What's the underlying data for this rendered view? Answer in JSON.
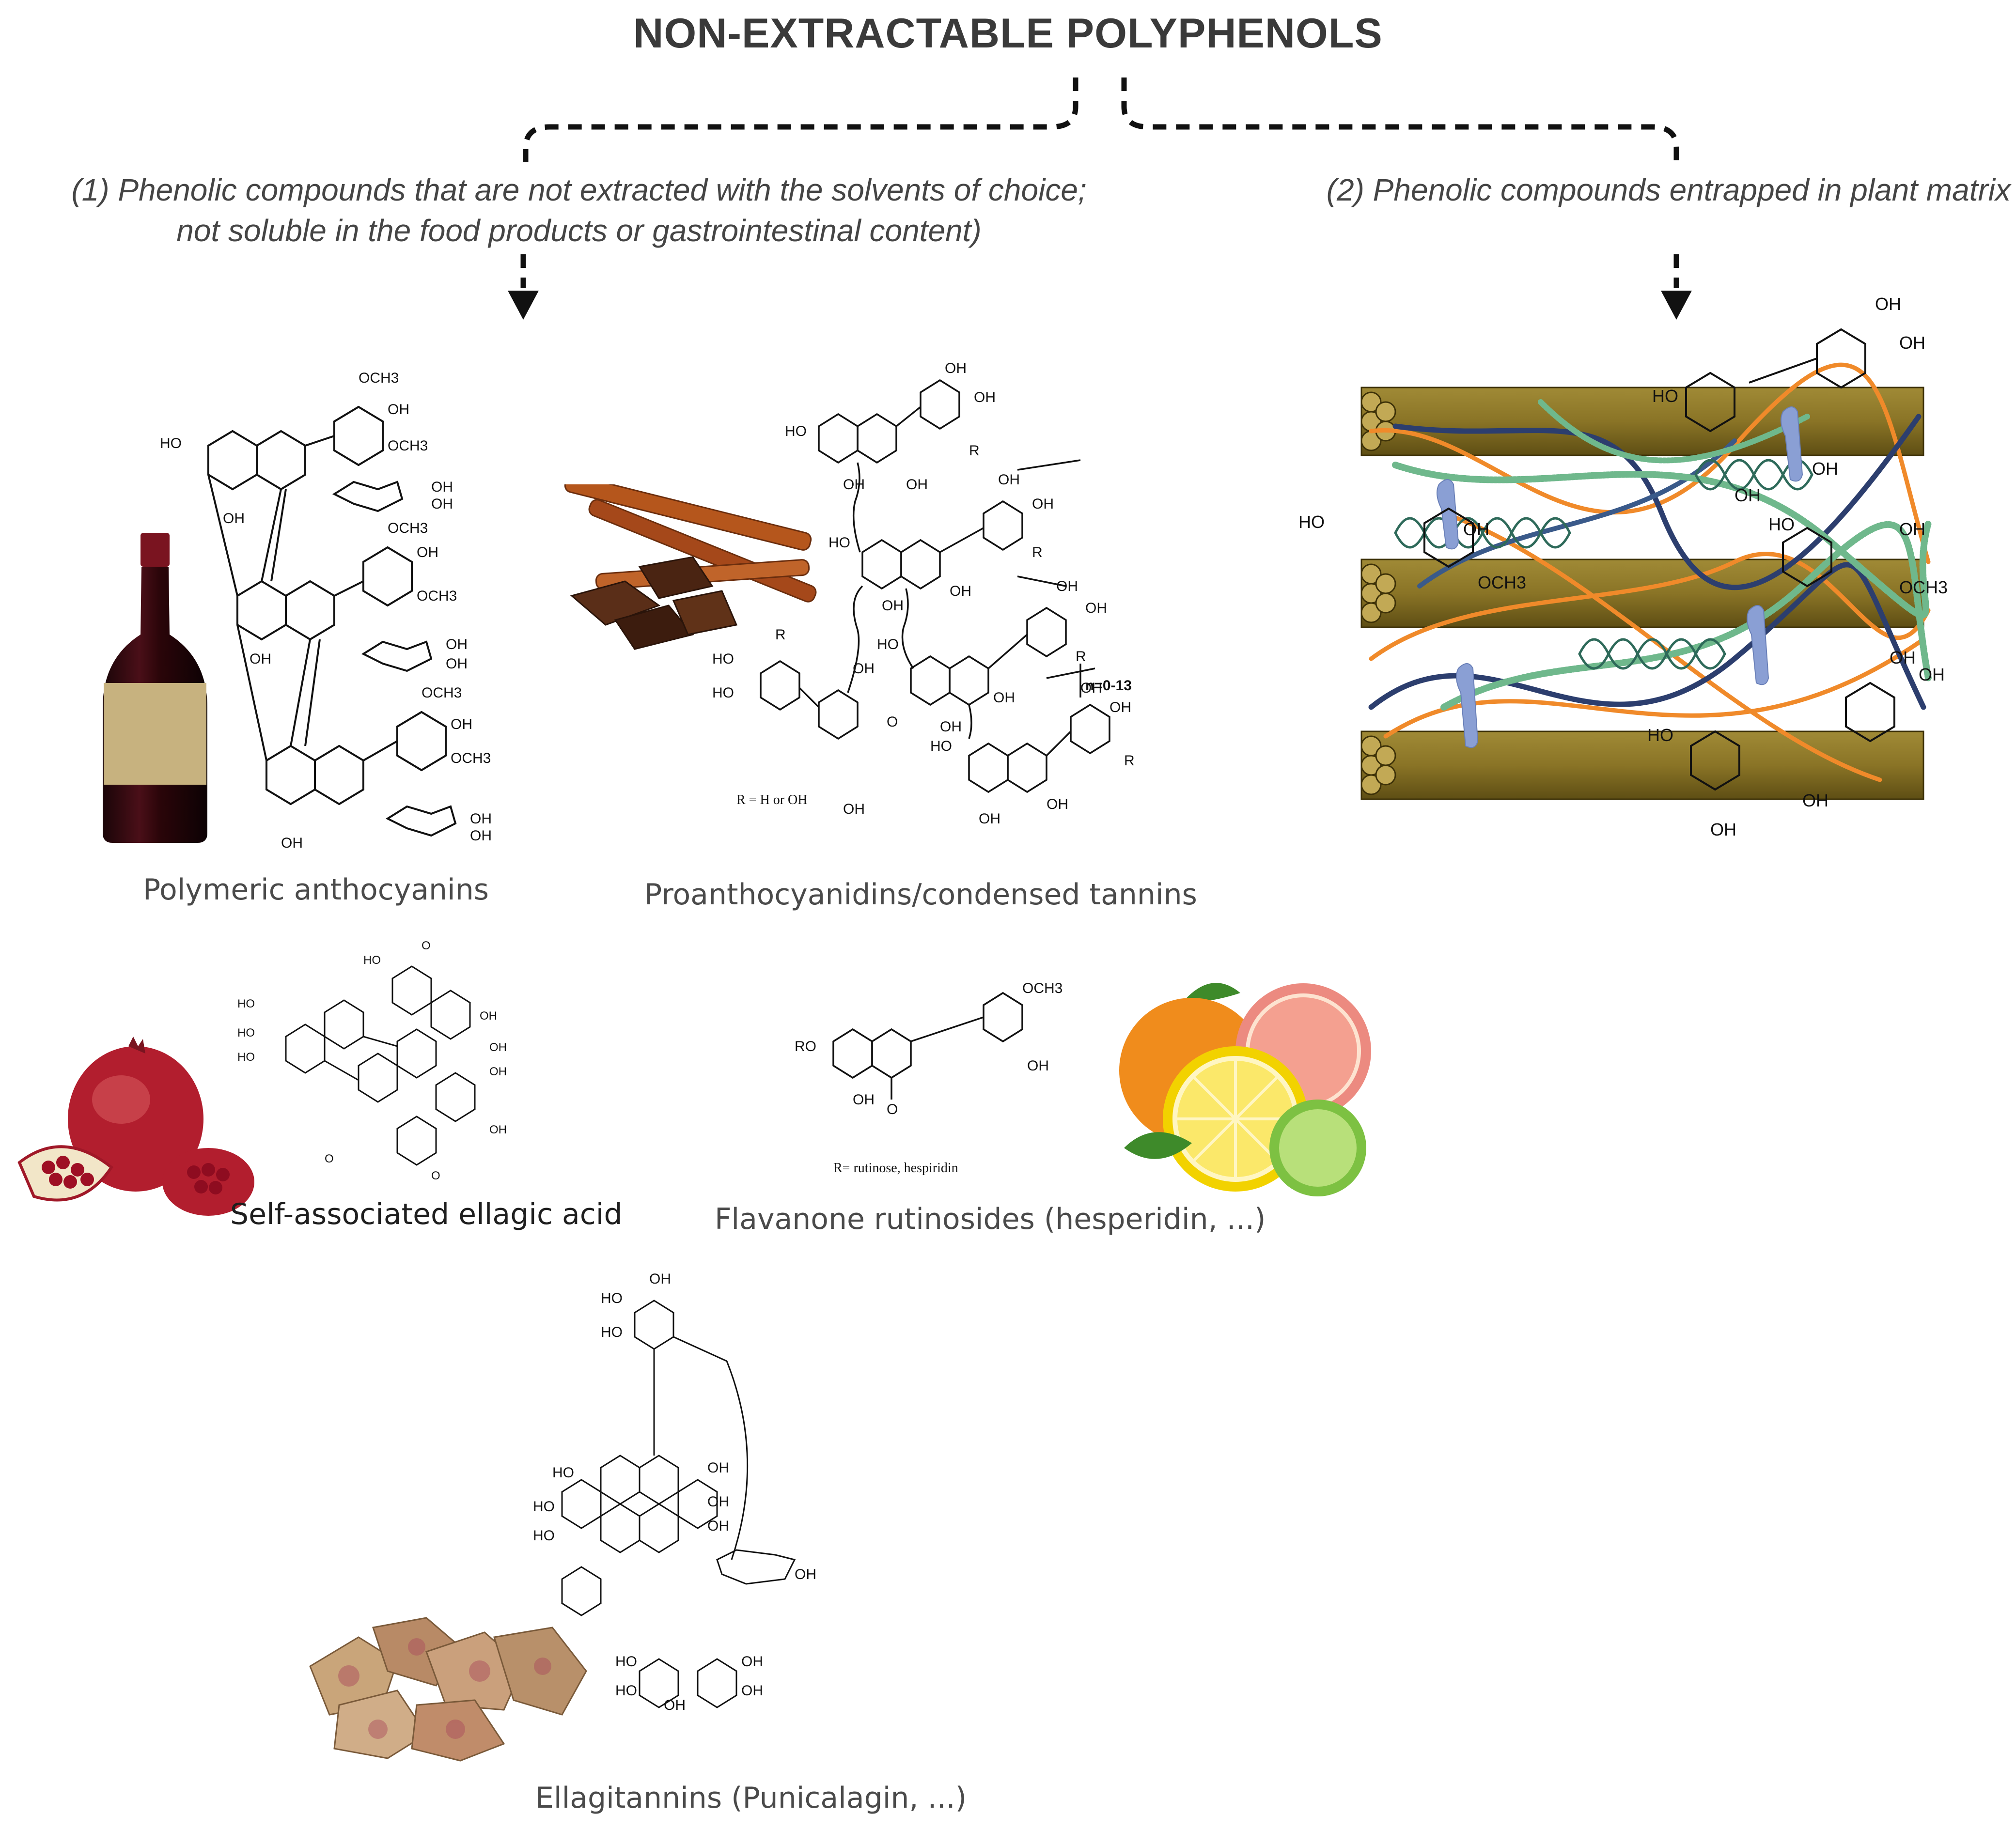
{
  "title": "NON-EXTRACTABLE POLYPHENOLS",
  "branches": {
    "one": {
      "line1": "(1) Phenolic compounds that are not extracted with the solvents of choice;",
      "line2": "not soluble in the food products or gastrointestinal content)"
    },
    "two": {
      "label": "(2) Phenolic compounds entrapped in plant matrix"
    }
  },
  "compounds": {
    "anthocyanins": {
      "label": "Polymeric anthocyanins",
      "food": "red wine bottle"
    },
    "proanthocyanidins": {
      "label": "Proanthocyanidins/condensed tannins",
      "food": "cinnamon and chocolate",
      "r_note": "R = H or OH",
      "repeat": "n=0-13"
    },
    "ellagic": {
      "label": "Self-associated ellagic acid",
      "food": "pomegranate"
    },
    "flavanone": {
      "label": "Flavanone rutinosides (hesperidin, ...)",
      "food": "citrus fruits",
      "r_note": "R= rutinose, hespiridin"
    },
    "ellagitannins": {
      "label": "Ellagitannins (Punicalagin, ...)",
      "food": "dried pomegranate peel"
    }
  },
  "matrix": {
    "groups": [
      "OH",
      "HO",
      "OCH3"
    ],
    "colors": {
      "fiber": "#8a7426",
      "fiber_dark": "#5e4e14",
      "orange_chain": "#f08a2a",
      "navy_chain": "#2c3e6e",
      "green_chain": "#6fb88c",
      "helix": "#2e6a5a",
      "blob": "#8a9fd4"
    }
  }
}
